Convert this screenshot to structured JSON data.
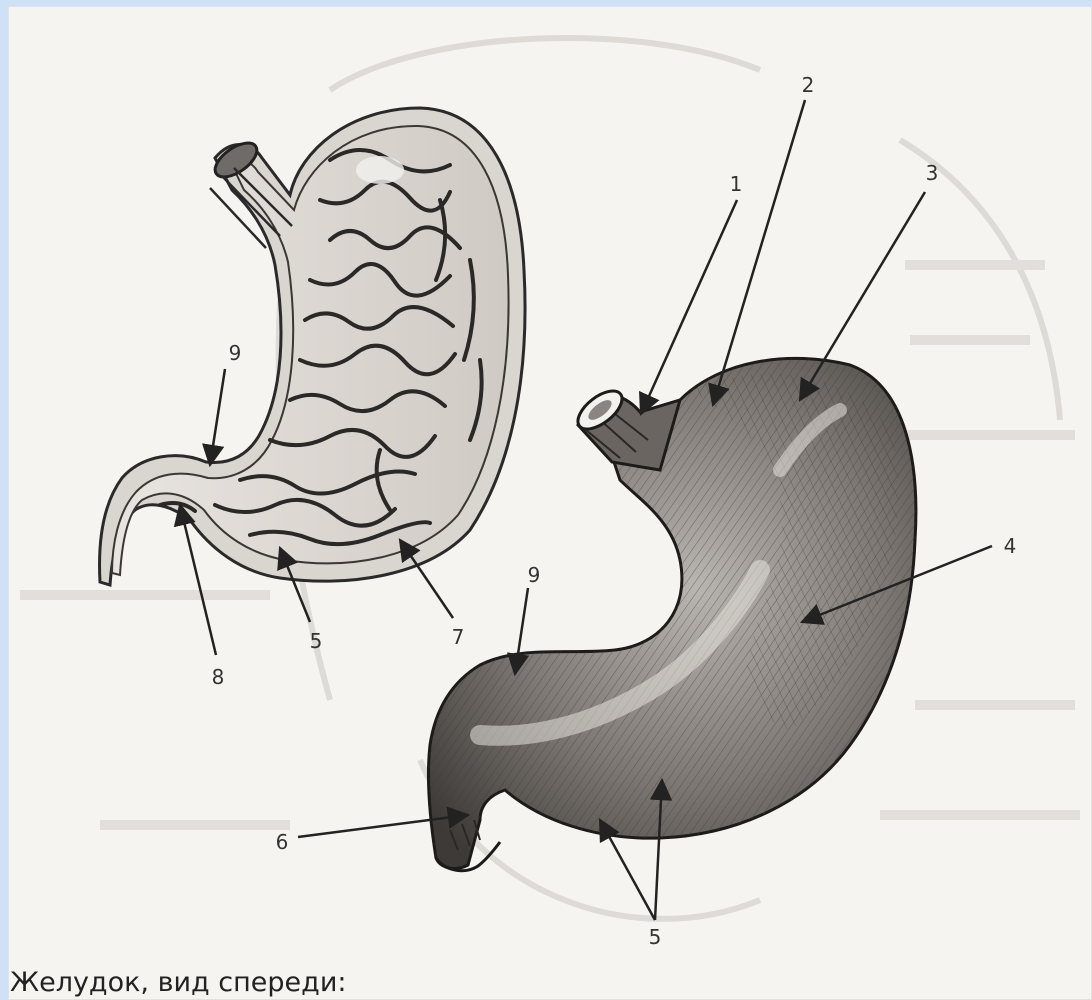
{
  "caption": "Желудок, вид спереди:",
  "labels": {
    "l1": "1",
    "l2": "2",
    "l3": "3",
    "l4": "4",
    "l5a": "5",
    "l5b": "5",
    "l6": "6",
    "l7": "7",
    "l8": "8",
    "l9a": "9",
    "l9b": "9"
  },
  "colors": {
    "page": "#f6f4f1",
    "border": "#cfe2f5",
    "ink": "#2a2a2a",
    "shade": "#7a7672"
  }
}
